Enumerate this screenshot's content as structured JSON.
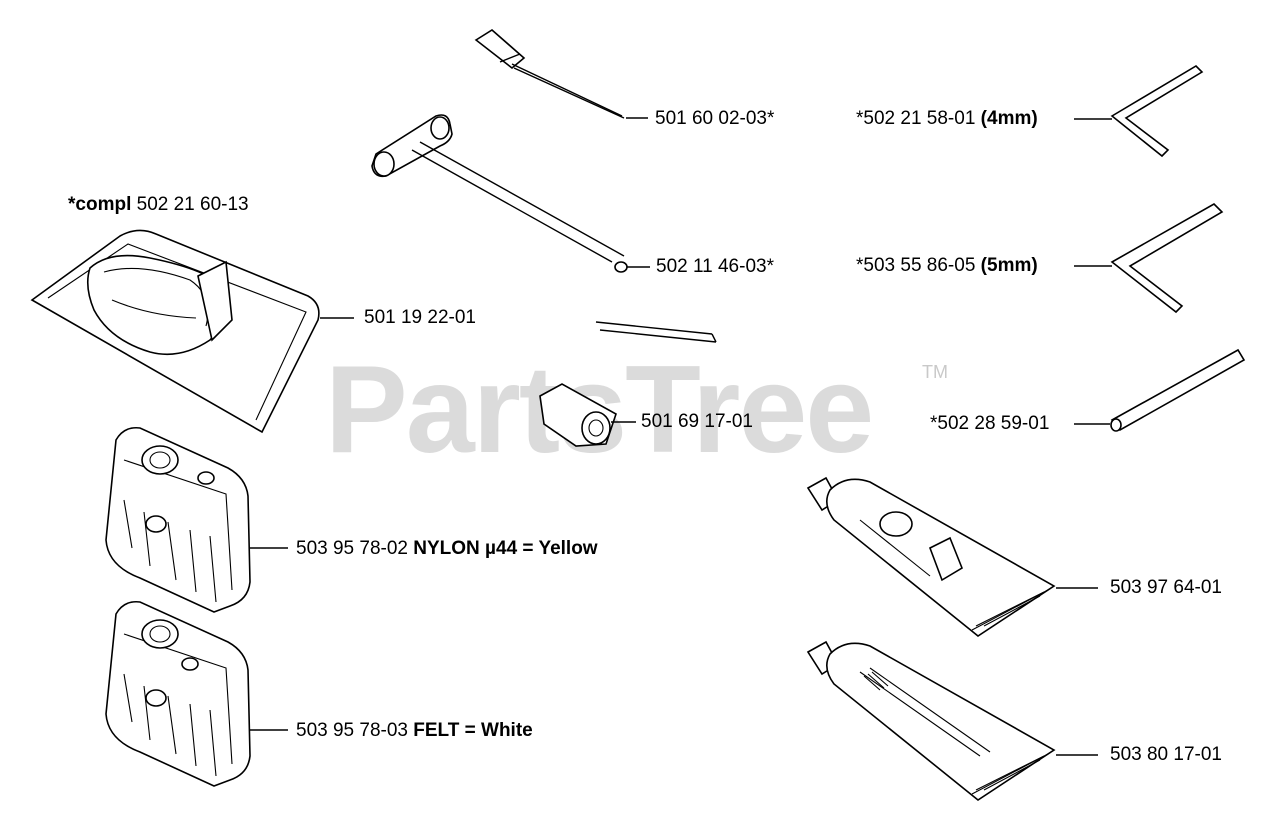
{
  "watermark": {
    "text": "PartsTree",
    "tm": "TM"
  },
  "callouts": {
    "compl": {
      "prefix": "*compl",
      "number": "502 21 60-13"
    },
    "bag": "501 19 22-01",
    "screwdriver": "501 60 02-03*",
    "tbar_wrench": "502 11 46-03*",
    "combi_wrench": "501 69 17-01",
    "hex_4mm": {
      "number": "*502 21 58-01",
      "size": "(4mm)"
    },
    "hex_5mm": {
      "number": "*503 55 86-05",
      "size": "(5mm)"
    },
    "rod": "*502 28 59-01",
    "filter_nylon": {
      "number": "503 95 78-02",
      "desc": "NYLON µ44 = Yellow"
    },
    "filter_felt": {
      "number": "503 95 78-03",
      "desc": "FELT = White"
    },
    "tube_1": "503 97 64-01",
    "tube_2": "503 80 17-01"
  }
}
